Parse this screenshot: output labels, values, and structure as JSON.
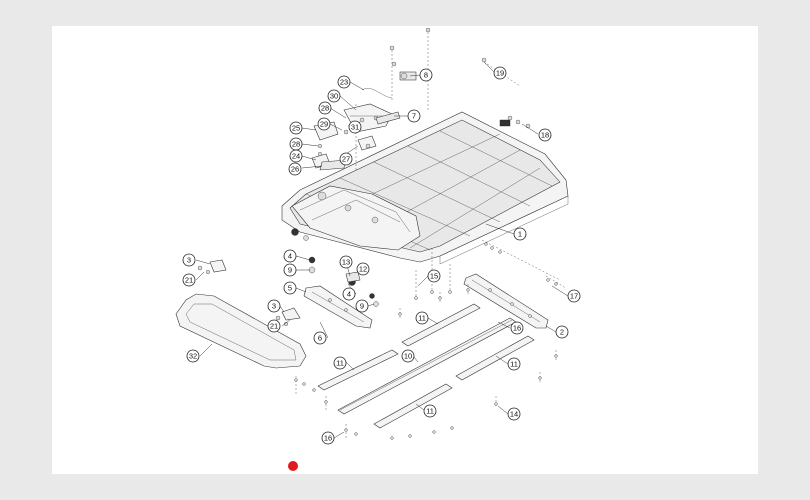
{
  "callouts": [
    {
      "id": "c19",
      "label": "19"
    },
    {
      "id": "c8",
      "label": "8"
    },
    {
      "id": "c23",
      "label": "23"
    },
    {
      "id": "c30",
      "label": "30"
    },
    {
      "id": "c28a",
      "label": "28"
    },
    {
      "id": "c31",
      "label": "31"
    },
    {
      "id": "c7",
      "label": "7"
    },
    {
      "id": "c18",
      "label": "18"
    },
    {
      "id": "c29",
      "label": "29"
    },
    {
      "id": "c25",
      "label": "25"
    },
    {
      "id": "c28b",
      "label": "28"
    },
    {
      "id": "c24",
      "label": "24"
    },
    {
      "id": "c27",
      "label": "27"
    },
    {
      "id": "c26",
      "label": "26"
    },
    {
      "id": "c1",
      "label": "1"
    },
    {
      "id": "c3a",
      "label": "3"
    },
    {
      "id": "c21a",
      "label": "21"
    },
    {
      "id": "c4a",
      "label": "4"
    },
    {
      "id": "c9a",
      "label": "9"
    },
    {
      "id": "c13",
      "label": "13"
    },
    {
      "id": "c12",
      "label": "12"
    },
    {
      "id": "c15",
      "label": "15"
    },
    {
      "id": "c17",
      "label": "17"
    },
    {
      "id": "c5",
      "label": "5"
    },
    {
      "id": "c4b",
      "label": "4"
    },
    {
      "id": "c9b",
      "label": "9"
    },
    {
      "id": "c3b",
      "label": "3"
    },
    {
      "id": "c21b",
      "label": "21"
    },
    {
      "id": "c2",
      "label": "2"
    },
    {
      "id": "c11a",
      "label": "11"
    },
    {
      "id": "c16a",
      "label": "16"
    },
    {
      "id": "c6",
      "label": "6"
    },
    {
      "id": "c10",
      "label": "10"
    },
    {
      "id": "c32",
      "label": "32"
    },
    {
      "id": "c11b",
      "label": "11"
    },
    {
      "id": "c11c",
      "label": "11"
    },
    {
      "id": "c11d",
      "label": "11"
    },
    {
      "id": "c14",
      "label": "14"
    },
    {
      "id": "c16b",
      "label": "16"
    }
  ],
  "colors": {
    "background": "#e9e9e9",
    "sheet": "#ffffff",
    "line": "#333333",
    "marker": "#e0191e"
  }
}
